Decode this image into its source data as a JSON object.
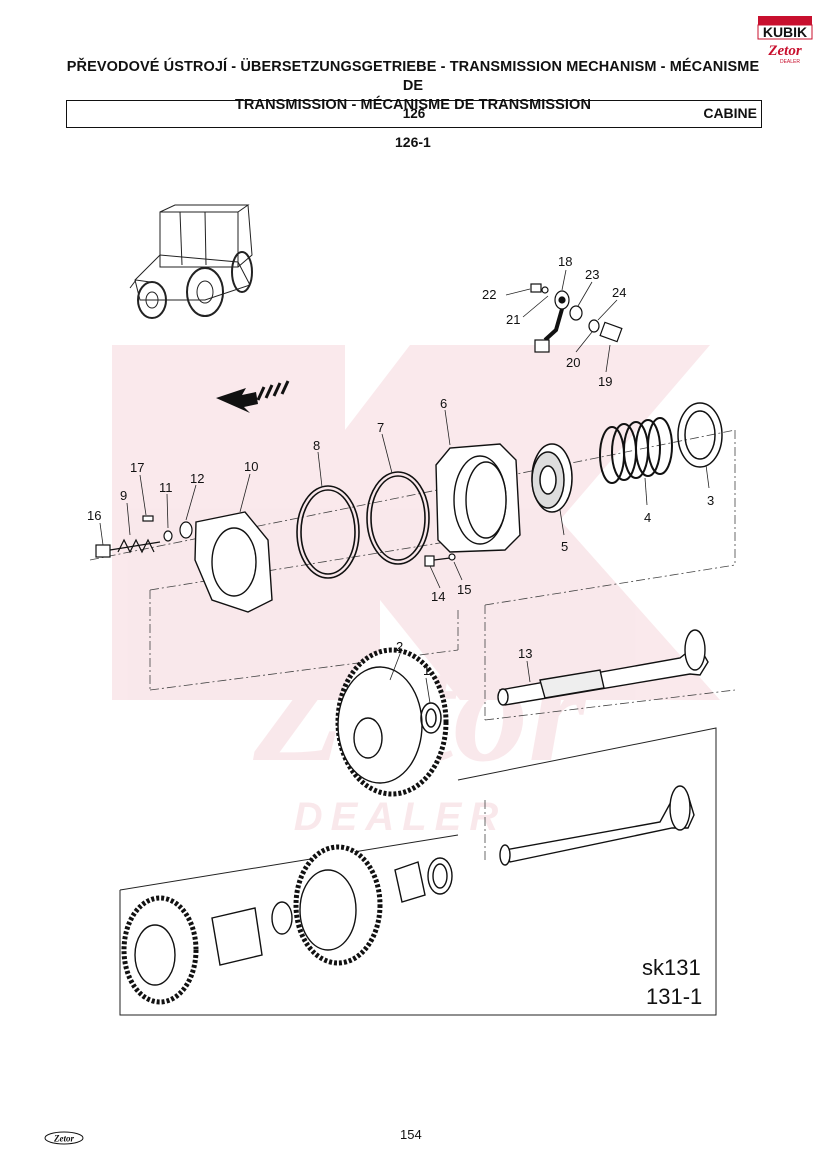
{
  "brand": {
    "dealer_name": "KUBIK",
    "maker": "Zetor",
    "dealer_word": "DEALER"
  },
  "title": {
    "line1": "PŘEVODOVÉ ÚSTROJÍ - ÜBERSETZUNGSGETRIEBE - TRANSMISSION MECHANISM - MÉCANISME DE",
    "line2": "TRANSMISSION - MÉCANISME DE TRANSMISSION"
  },
  "header": {
    "section": "126",
    "cab": "CABINE"
  },
  "subsection": "126-1",
  "diagram": {
    "part_numbers": [
      "1",
      "2",
      "3",
      "4",
      "5",
      "6",
      "7",
      "8",
      "9",
      "10",
      "11",
      "12",
      "13",
      "14",
      "15",
      "16",
      "17",
      "18",
      "19",
      "20",
      "21",
      "22",
      "23",
      "24"
    ],
    "ref_code": "sk131",
    "ref_sub": "131-1"
  },
  "footer": {
    "page_number": "154",
    "logo_text": "Zetor"
  }
}
